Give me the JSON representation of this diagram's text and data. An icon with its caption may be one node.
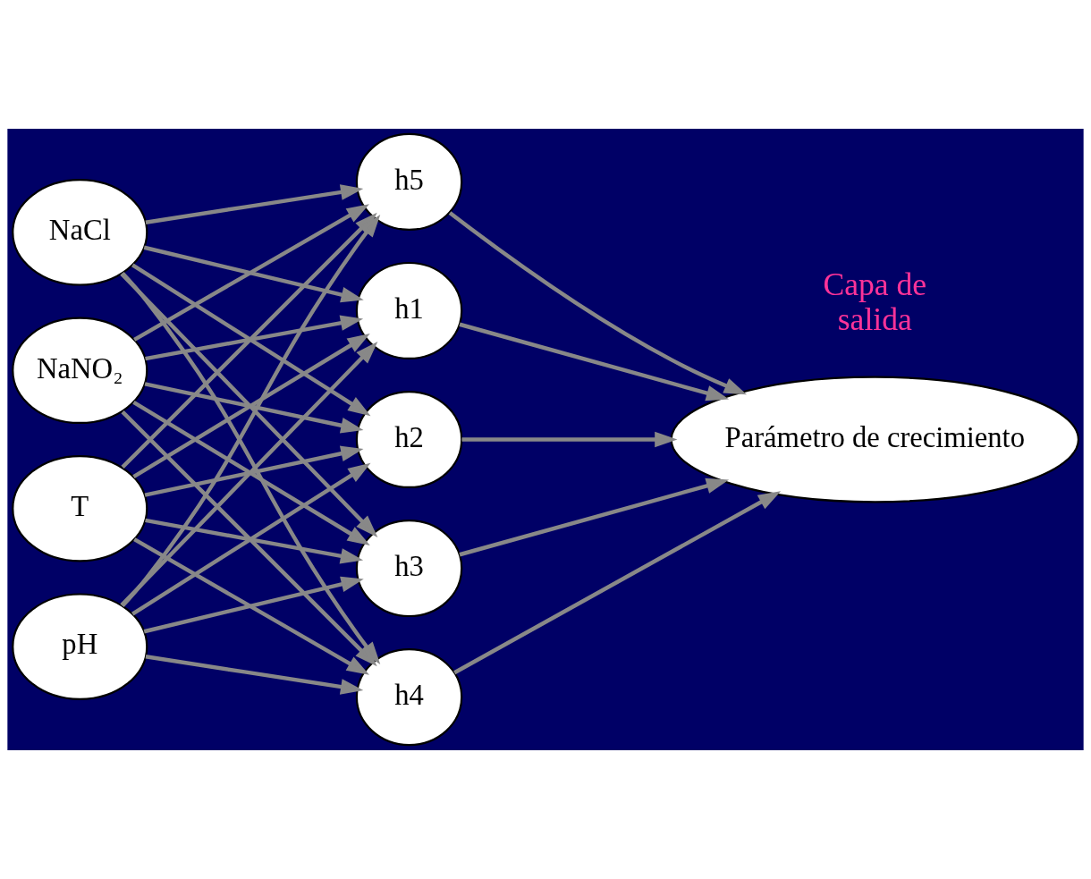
{
  "diagram": {
    "nodes": [
      {
        "text": [
          "T"
        ]
      },
      {
        "text": [
          "pH"
        ]
      },
      {
        "text": [
          "NaCl"
        ]
      },
      {
        "text": [
          "NaNO₂"
        ]
      },
      {
        "text": [
          "h1"
        ]
      },
      {
        "text": [
          "h2"
        ]
      },
      {
        "text": [
          "h3"
        ]
      },
      {
        "text": [
          "h4"
        ]
      },
      {
        "text": [
          "h5"
        ]
      },
      {
        "text": [
          "Parámetro de crecimiento"
        ]
      }
    ],
    "edges": [
      {
        "from": 0,
        "to": 4,
        "arrow": "to"
      },
      {
        "from": 0,
        "to": 5,
        "arrow": "to"
      },
      {
        "from": 0,
        "to": 6,
        "arrow": "to"
      },
      {
        "from": 0,
        "to": 7,
        "arrow": "to"
      },
      {
        "from": 0,
        "to": 8,
        "arrow": "to"
      },
      {
        "from": 1,
        "to": 4,
        "arrow": "to"
      },
      {
        "from": 1,
        "to": 5,
        "arrow": "to"
      },
      {
        "from": 1,
        "to": 6,
        "arrow": "to"
      },
      {
        "from": 1,
        "to": 7,
        "arrow": "to"
      },
      {
        "from": 1,
        "to": 8,
        "arrow": "to"
      },
      {
        "from": 2,
        "to": 4,
        "arrow": "to"
      },
      {
        "from": 2,
        "to": 5,
        "arrow": "to"
      },
      {
        "from": 2,
        "to": 6,
        "arrow": "to"
      },
      {
        "from": 2,
        "to": 7,
        "arrow": "to"
      },
      {
        "from": 2,
        "to": 8,
        "arrow": "to"
      },
      {
        "from": 3,
        "to": 4,
        "arrow": "to"
      },
      {
        "from": 3,
        "to": 5,
        "arrow": "to"
      },
      {
        "from": 3,
        "to": 6,
        "arrow": "to"
      },
      {
        "from": 3,
        "to": 7,
        "arrow": "to"
      },
      {
        "from": 3,
        "to": 8,
        "arrow": "to"
      },
      {
        "from": 4,
        "to": 9,
        "arrow": "to"
      },
      {
        "from": 5,
        "to": 9,
        "arrow": "to"
      },
      {
        "from": 6,
        "to": 9,
        "arrow": "to"
      },
      {
        "from": 7,
        "to": 9,
        "arrow": "to"
      },
      {
        "from": 8,
        "to": 9,
        "arrow": "to"
      }
    ],
    "labels": [
      "Capa de salida"
    ]
  }
}
